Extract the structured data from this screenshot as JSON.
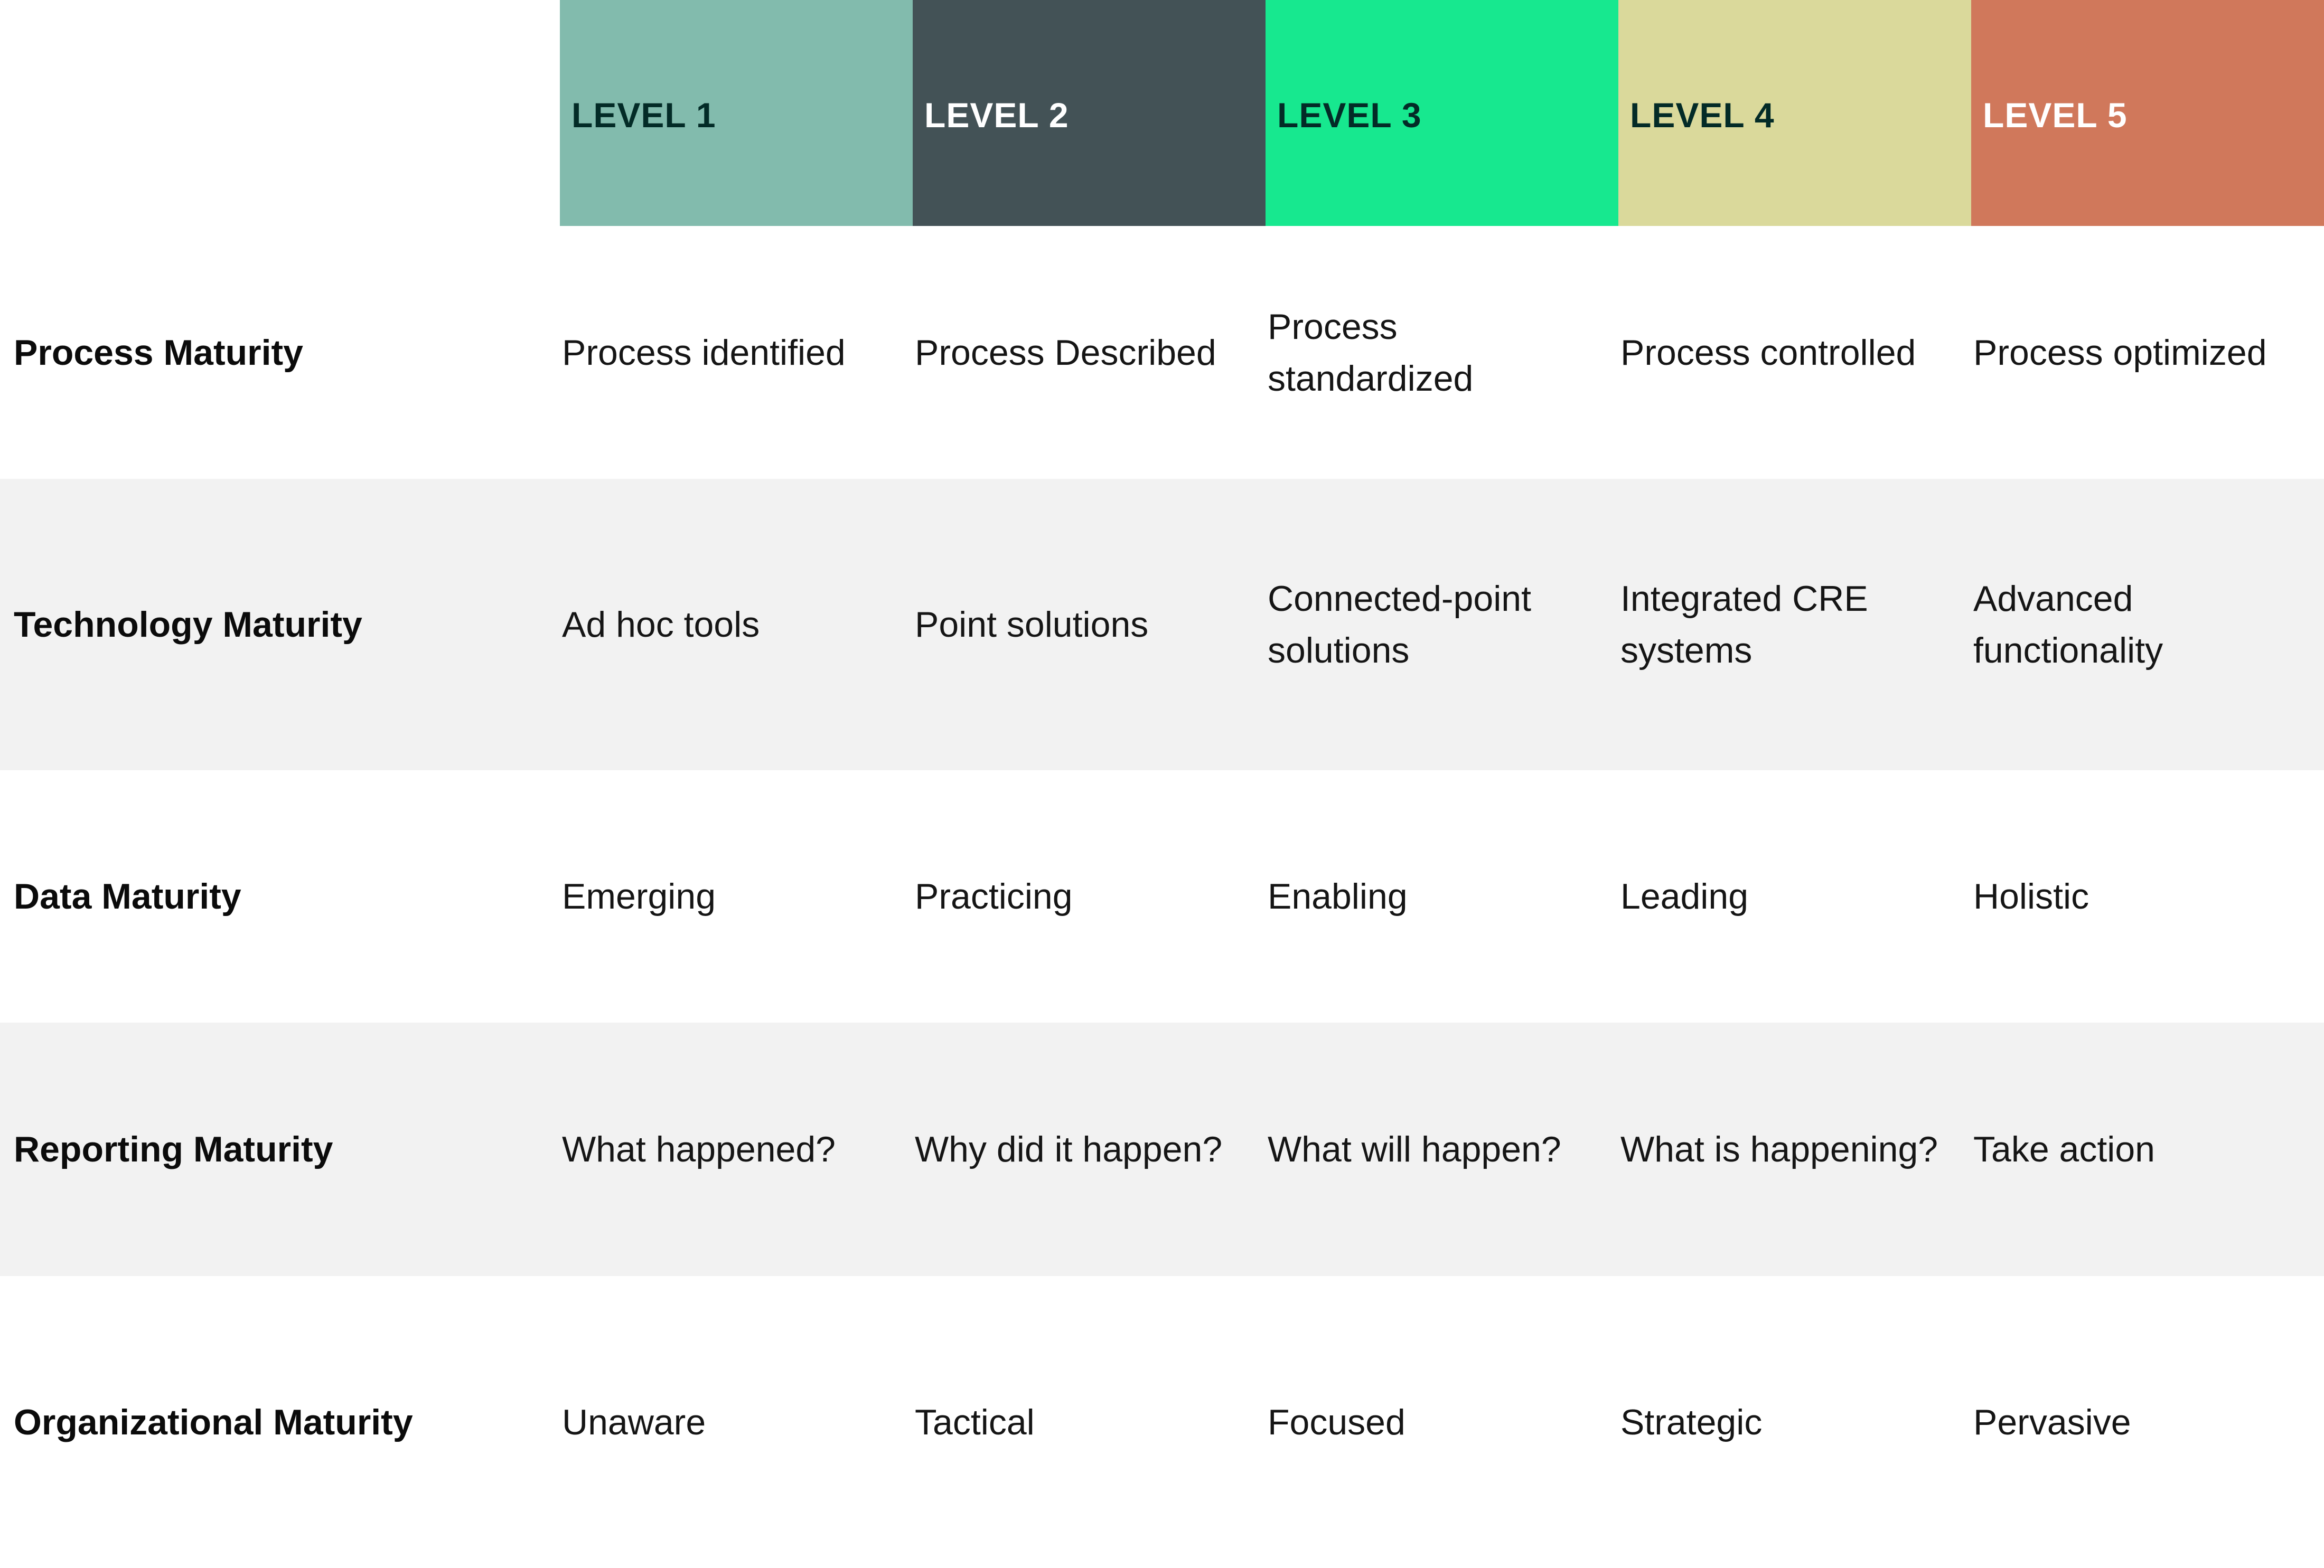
{
  "levels": [
    {
      "label": "LEVEL 1",
      "bg": "#82bbad",
      "fg": "#032b27"
    },
    {
      "label": "LEVEL 2",
      "bg": "#435256",
      "fg": "#ffffff"
    },
    {
      "label": "LEVEL 3",
      "bg": "#17e88f",
      "fg": "#032b27"
    },
    {
      "label": "LEVEL 4",
      "bg": "#dad99b",
      "fg": "#032b27"
    },
    {
      "label": "LEVEL 5",
      "bg": "#d0785b",
      "fg": "#ffffff"
    }
  ],
  "rows": [
    {
      "label": "Process Maturity",
      "cells": [
        "Process identified",
        "Process Described",
        "Process standardized",
        "Process controlled",
        "Process optimized"
      ]
    },
    {
      "label": "Technology Maturity",
      "cells": [
        "Ad hoc tools",
        "Point solutions",
        "Connected-point solutions",
        "Integrated CRE systems",
        "Advanced functionality"
      ]
    },
    {
      "label": "Data Maturity",
      "cells": [
        "Emerging",
        "Practicing",
        "Enabling",
        "Leading",
        "Holistic"
      ]
    },
    {
      "label": "Reporting Maturity",
      "cells": [
        "What happened?",
        "Why did it happen?",
        "What will happen?",
        "What is happening?",
        "Take action"
      ]
    },
    {
      "label": "Organizational Maturity",
      "cells": [
        "Unaware",
        "Tactical",
        "Focused",
        "Strategic",
        "Pervasive"
      ]
    }
  ],
  "colors": {
    "row_alt_bg": "#f2f2f2",
    "page_bg": "#ffffff"
  }
}
